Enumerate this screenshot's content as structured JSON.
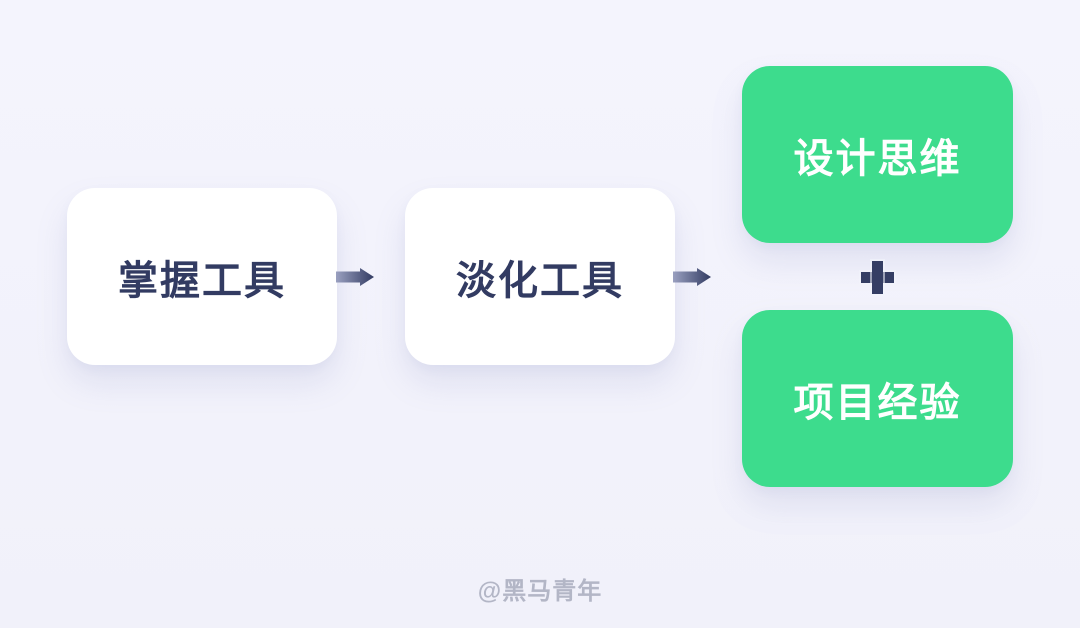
{
  "diagram": {
    "flow_nodes": [
      {
        "label": "掌握工具"
      },
      {
        "label": "淡化工具"
      }
    ],
    "result_nodes": [
      {
        "label": "设计思维"
      },
      {
        "label": "项目经验"
      }
    ],
    "connectors": {
      "arrow_icon": "right-arrow",
      "plus_icon": "+"
    },
    "colors": {
      "background": "#f3f4fc",
      "card_white_bg": "#ffffff",
      "card_text_navy": "#323b62",
      "card_green_bg": "#3ddc8d",
      "card_green_text": "#ffffff",
      "arrow_gradient_start": "#9aa0c0",
      "arrow_gradient_end": "#323b62",
      "plus_color": "#353e64",
      "watermark_color": "#b3b6c6"
    }
  },
  "watermark": {
    "label": "@黑马青年"
  }
}
